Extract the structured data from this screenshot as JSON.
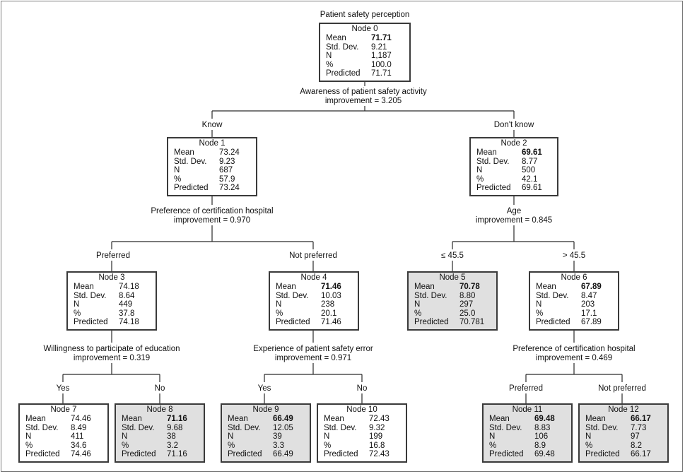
{
  "title": "Patient safety perception",
  "row_labels": [
    "Mean",
    "Std. Dev.",
    "N",
    "%",
    "Predicted"
  ],
  "nodes": [
    {
      "id": "node-0",
      "name": "Node 0",
      "mean": "71.71",
      "std": "9.21",
      "n": "1,187",
      "pct": "100.0",
      "pred": "71.71",
      "bold": true,
      "shaded": false
    },
    {
      "id": "node-1",
      "name": "Node 1",
      "mean": "73.24",
      "std": "9.23",
      "n": "687",
      "pct": "57.9",
      "pred": "73.24",
      "bold": false,
      "shaded": false
    },
    {
      "id": "node-2",
      "name": "Node 2",
      "mean": "69.61",
      "std": "8.77",
      "n": "500",
      "pct": "42.1",
      "pred": "69.61",
      "bold": true,
      "shaded": false
    },
    {
      "id": "node-3",
      "name": "Node 3",
      "mean": "74.18",
      "std": "8.64",
      "n": "449",
      "pct": "37.8",
      "pred": "74.18",
      "bold": false,
      "shaded": false
    },
    {
      "id": "node-4",
      "name": "Node 4",
      "mean": "71.46",
      "std": "10.03",
      "n": "238",
      "pct": "20.1",
      "pred": "71.46",
      "bold": true,
      "shaded": false
    },
    {
      "id": "node-5",
      "name": "Node 5",
      "mean": "70.78",
      "std": "8.80",
      "n": "297",
      "pct": "25.0",
      "pred": "70.781",
      "bold": true,
      "shaded": true
    },
    {
      "id": "node-6",
      "name": "Node 6",
      "mean": "67.89",
      "std": "8.47",
      "n": "203",
      "pct": "17.1",
      "pred": "67.89",
      "bold": true,
      "shaded": false
    },
    {
      "id": "node-7",
      "name": "Node 7",
      "mean": "74.46",
      "std": "8.49",
      "n": "411",
      "pct": "34.6",
      "pred": "74.46",
      "bold": false,
      "shaded": false
    },
    {
      "id": "node-8",
      "name": "Node 8",
      "mean": "71.16",
      "std": "9.68",
      "n": "38",
      "pct": "3.2",
      "pred": "71.16",
      "bold": true,
      "shaded": true
    },
    {
      "id": "node-9",
      "name": "Node 9",
      "mean": "66.49",
      "std": "12.05",
      "n": "39",
      "pct": "3.3",
      "pred": "66.49",
      "bold": true,
      "shaded": true
    },
    {
      "id": "node-10",
      "name": "Node 10",
      "mean": "72.43",
      "std": "9.32",
      "n": "199",
      "pct": "16.8",
      "pred": "72.43",
      "bold": false,
      "shaded": false
    },
    {
      "id": "node-11",
      "name": "Node 11",
      "mean": "69.48",
      "std": "8.83",
      "n": "106",
      "pct": "8.9",
      "pred": "69.48",
      "bold": true,
      "shaded": true
    },
    {
      "id": "node-12",
      "name": "Node 12",
      "mean": "66.17",
      "std": "7.73",
      "n": "97",
      "pct": "8.2",
      "pred": "66.17",
      "bold": true,
      "shaded": true
    }
  ],
  "splits": [
    {
      "id": "split-0",
      "line1": "Awareness of patient safety activity",
      "line2": "improvement = 3.205"
    },
    {
      "id": "split-1",
      "line1": "Preference of certification hospital",
      "line2": "improvement = 0.970"
    },
    {
      "id": "split-2",
      "line1": "Age",
      "line2": "improvement = 0.845"
    },
    {
      "id": "split-3",
      "line1": "Willingness to participate of education",
      "line2": "improvement = 0.319"
    },
    {
      "id": "split-4",
      "line1": "Experience of patient safety error",
      "line2": "improvement = 0.971"
    },
    {
      "id": "split-6",
      "line1": "Preference of certification hospital",
      "line2": "improvement = 0.469"
    }
  ],
  "branches": [
    {
      "id": "branch-know",
      "text": "Know"
    },
    {
      "id": "branch-dont-know",
      "text": "Don't know"
    },
    {
      "id": "branch-preferred-1",
      "text": "Preferred"
    },
    {
      "id": "branch-not-preferred-1",
      "text": "Not preferred"
    },
    {
      "id": "branch-le-45",
      "text": "≤ 45.5"
    },
    {
      "id": "branch-gt-45",
      "text": "> 45.5"
    },
    {
      "id": "branch-yes-3",
      "text": "Yes"
    },
    {
      "id": "branch-no-3",
      "text": "No"
    },
    {
      "id": "branch-yes-4",
      "text": "Yes"
    },
    {
      "id": "branch-no-4",
      "text": "No"
    },
    {
      "id": "branch-preferred-6",
      "text": "Preferred"
    },
    {
      "id": "branch-not-preferred-6",
      "text": "Not preferred"
    }
  ]
}
